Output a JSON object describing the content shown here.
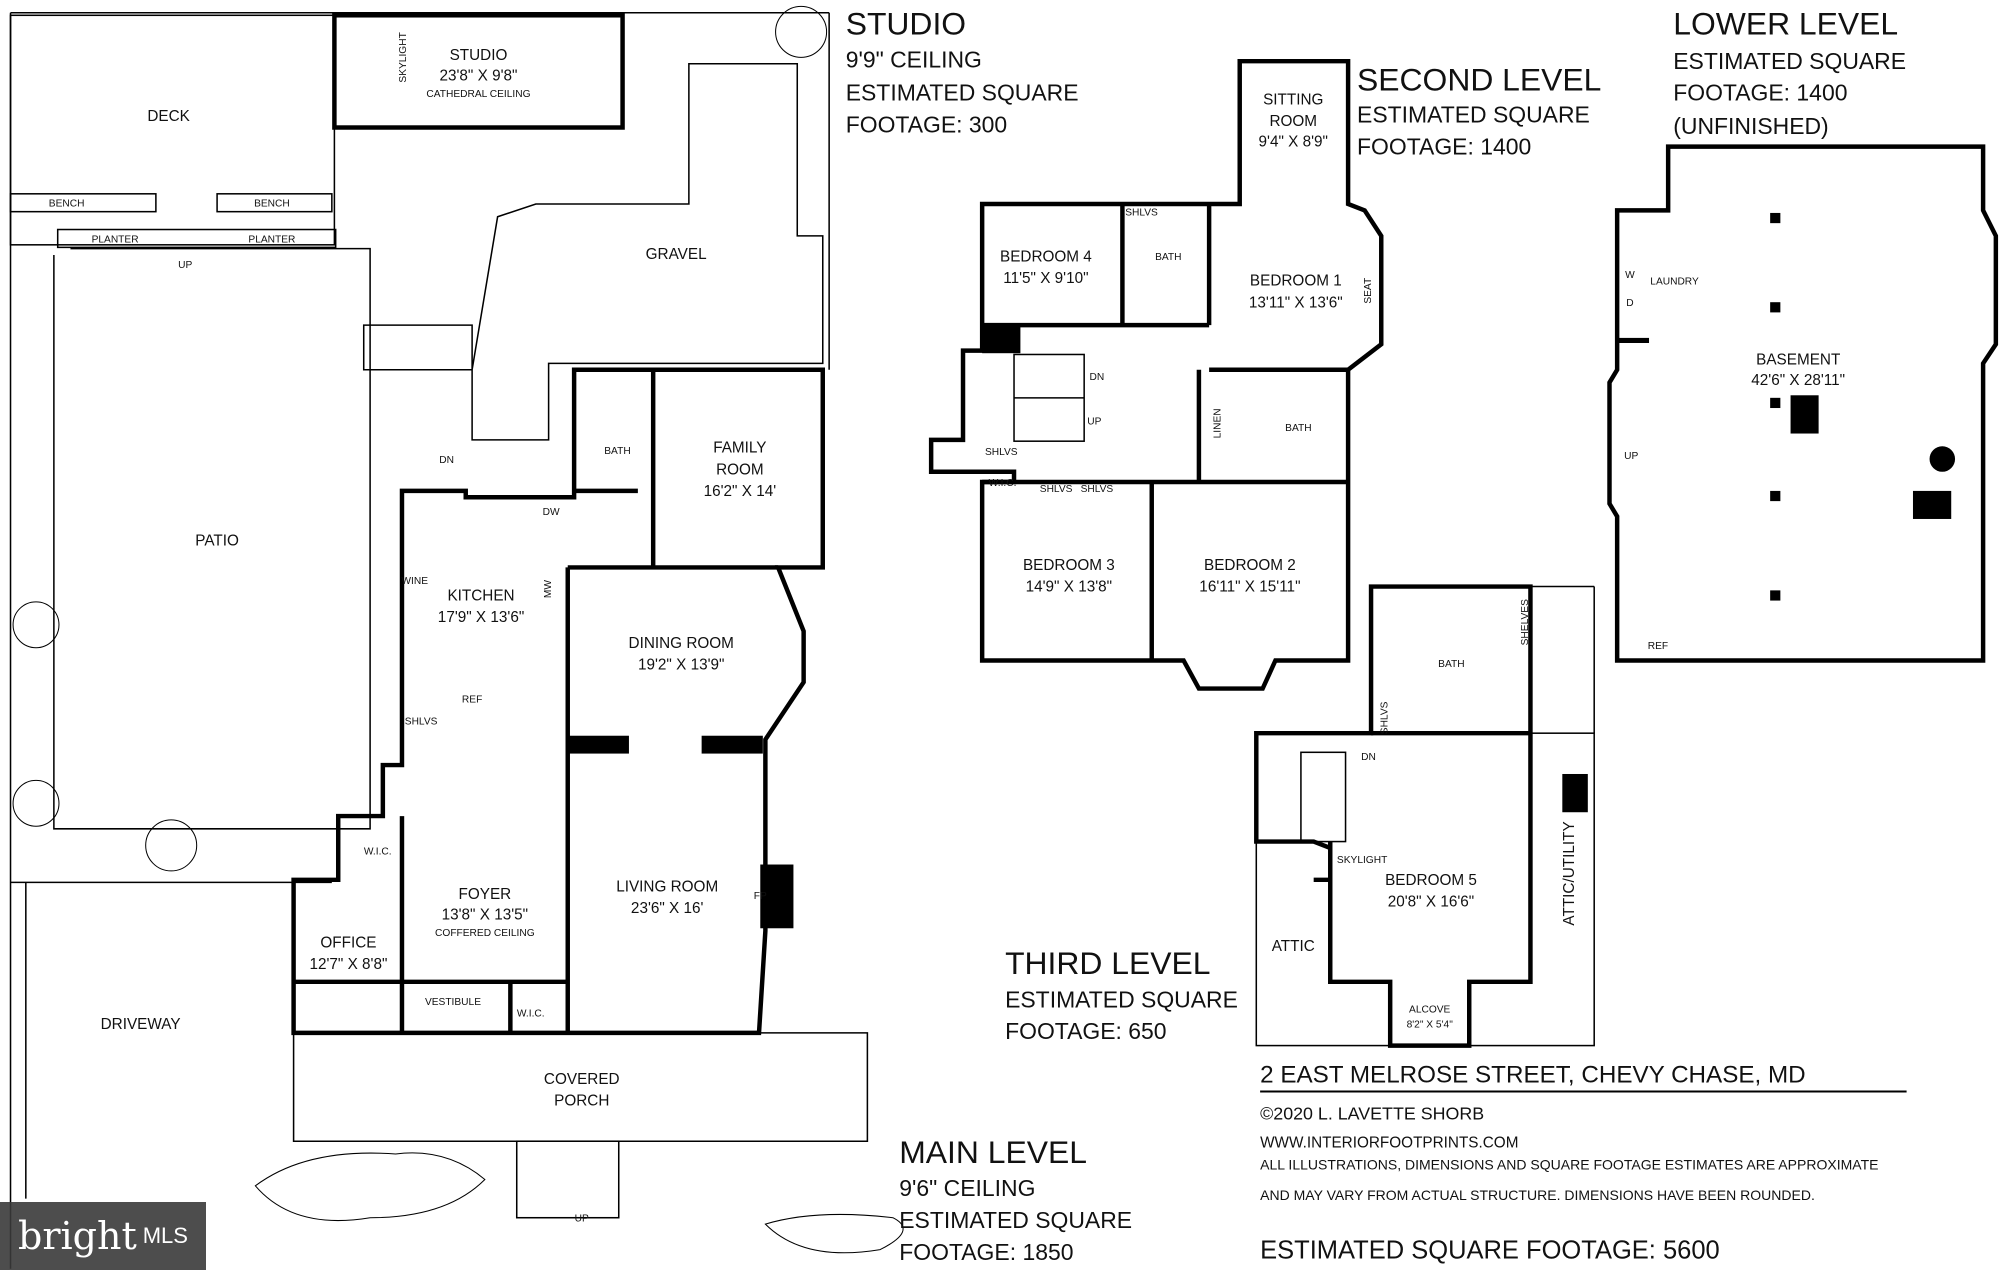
{
  "studio_level": {
    "title": "STUDIO",
    "lines": [
      "9'9\" CEILING",
      "ESTIMATED SQUARE",
      "FOOTAGE: 300"
    ]
  },
  "second_level": {
    "title": "SECOND LEVEL",
    "lines": [
      "ESTIMATED SQUARE",
      "FOOTAGE: 1400"
    ]
  },
  "lower_level": {
    "title": "LOWER LEVEL",
    "lines": [
      "ESTIMATED SQUARE",
      "FOOTAGE: 1400",
      "(UNFINISHED)"
    ]
  },
  "third_level": {
    "title": "THIRD LEVEL",
    "lines": [
      "ESTIMATED SQUARE",
      "FOOTAGE: 650"
    ]
  },
  "main_level": {
    "title": "MAIN LEVEL",
    "lines": [
      "9'6\" CEILING",
      "ESTIMATED SQUARE",
      "FOOTAGE: 1850"
    ]
  },
  "rooms": {
    "studio": {
      "name": "STUDIO",
      "dims": "23'8\" X 9'8\"",
      "note": "CATHEDRAL CEILING"
    },
    "deck": {
      "name": "DECK"
    },
    "gravel": {
      "name": "GRAVEL"
    },
    "patio": {
      "name": "PATIO"
    },
    "driveway": {
      "name": "DRIVEWAY"
    },
    "family": {
      "name": "FAMILY",
      "name2": "ROOM",
      "dims": "16'2\" X 14'"
    },
    "bath_main": {
      "name": "BATH"
    },
    "kitchen": {
      "name": "KITCHEN",
      "dims": "17'9\" X 13'6\""
    },
    "dining": {
      "name": "DINING ROOM",
      "dims": "19'2\" X 13'9\""
    },
    "living": {
      "name": "LIVING ROOM",
      "dims": "23'6\" X 16'"
    },
    "foyer": {
      "name": "FOYER",
      "dims": "13'8\" X 13'5\"",
      "note": "COFFERED CEILING"
    },
    "office": {
      "name": "OFFICE",
      "dims": "12'7\" X 8'8\""
    },
    "vestibule": {
      "name": "VESTIBULE"
    },
    "wic_main1": {
      "name": "W.I.C."
    },
    "wic_main2": {
      "name": "W.I.C."
    },
    "porch": {
      "name": "COVERED",
      "name2": "PORCH"
    },
    "sitting": {
      "name": "SITTING",
      "name2": "ROOM",
      "dims": "9'4\" X 8'9\""
    },
    "bedroom4": {
      "name": "BEDROOM 4",
      "dims": "11'5\" X 9'10\""
    },
    "bath2a": {
      "name": "BATH"
    },
    "bedroom1": {
      "name": "BEDROOM 1",
      "dims": "13'11\" X 13'6\""
    },
    "bath2b": {
      "name": "BATH"
    },
    "linen": {
      "name": "LINEN"
    },
    "wic2": {
      "name": "W.I.C."
    },
    "bedroom3": {
      "name": "BEDROOM 3",
      "dims": "14'9\" X 13'8\""
    },
    "bedroom2": {
      "name": "BEDROOM 2",
      "dims": "16'11\" X 15'11\""
    },
    "bath3": {
      "name": "BATH"
    },
    "bedroom5": {
      "name": "BEDROOM 5",
      "dims": "20'8\" X 16'6\""
    },
    "attic": {
      "name": "ATTIC"
    },
    "attic_utility": {
      "name": "ATTIC/UTILITY"
    },
    "alcove": {
      "name": "ALCOVE",
      "dims": "8'2\" X 5'4\""
    },
    "laundry": {
      "name": "LAUNDRY"
    },
    "basement": {
      "name": "BASEMENT",
      "dims": "42'6\" X 28'11\""
    }
  },
  "small_labels": {
    "bench": "BENCH",
    "planter": "PLANTER",
    "up": "UP",
    "dn": "DN",
    "skylight": "SKYLIGHT",
    "dw": "DW",
    "wine": "WINE",
    "mw": "MW",
    "ref": "REF",
    "shlvs": "SHLVS",
    "shelves": "SHELVES",
    "seat": "SEAT",
    "fp": "FP",
    "w": "W",
    "d": "D"
  },
  "info": {
    "address": "2 EAST MELROSE STREET, CHEVY CHASE, MD",
    "copyright": "©2020 L. LAVETTE SHORB",
    "website": "WWW.INTERIORFOOTPRINTS.COM",
    "disclaimer1": "ALL ILLUSTRATIONS, DIMENSIONS AND SQUARE FOOTAGE ESTIMATES ARE APPROXIMATE",
    "disclaimer2": "AND MAY VARY FROM ACTUAL STRUCTURE. DIMENSIONS HAVE BEEN ROUNDED.",
    "total": "ESTIMATED SQUARE FOOTAGE: 5600"
  },
  "watermark": {
    "brand": "bright",
    "suffix": "MLS"
  }
}
